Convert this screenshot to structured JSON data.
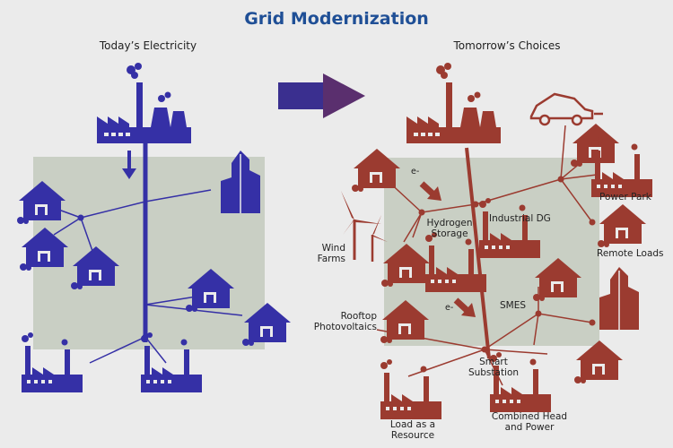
{
  "title": "Grid Modernization",
  "left": {
    "heading": "Today’s Electricity"
  },
  "right": {
    "heading": "Tomorrow’s Choices",
    "labels": {
      "wind_farms": "Wind\nFarms",
      "hydrogen_storage": "Hydrogen\nStorage",
      "industrial_dg": "Industrial DG",
      "power_park": "Power Park",
      "remote_loads": "Remote Loads",
      "rooftop_pv": "Rooftop\nPhotovoltaics",
      "smes": "SMES",
      "smart_substation": "Smart\nSubstation",
      "load_as_resource": "Load as a\nResource",
      "combined_heat_power": "Combined Head\nand Power",
      "electron_1": "e-",
      "electron_2": "e-"
    }
  },
  "colors": {
    "title": "#1f4f96",
    "today": "#3530a6",
    "tomorrow": "#9b3b30",
    "panel": "#c9cfc4",
    "arrow": "#3a2f8f"
  },
  "icons": [
    "power-plant-icon",
    "house-icon",
    "building-icon",
    "factory-icon",
    "car-icon",
    "wind-turbine-icon",
    "arrow-right-icon"
  ]
}
